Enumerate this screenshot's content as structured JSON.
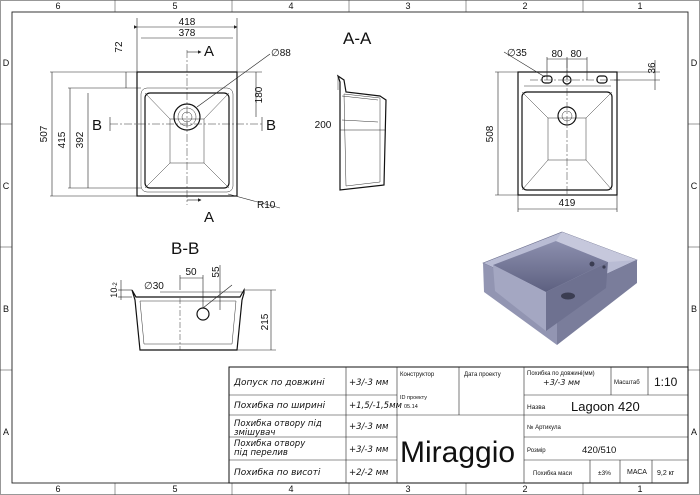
{
  "frame": {
    "cols_top": [
      "6",
      "5",
      "4",
      "3",
      "2",
      "1"
    ],
    "cols_bottom": [
      "6",
      "5",
      "4",
      "3",
      "2",
      "1"
    ],
    "rows_left": [
      "D",
      "C",
      "B",
      "A"
    ],
    "rows_right": [
      "D",
      "C",
      "B",
      "A"
    ]
  },
  "views": {
    "top": {
      "w_outer": "418",
      "w_inner": "378",
      "h_outer": "507",
      "h_inner": "415",
      "h_bowl": "392",
      "d_top": "72",
      "hole": "∅88",
      "d_hole": "180",
      "radius": "R10",
      "sec_a": "A",
      "sec_b": "B"
    },
    "section_aa": {
      "title": "A-A",
      "depth": "200"
    },
    "right": {
      "hole": "∅35",
      "gap1": "80",
      "gap2": "80",
      "edge": "36",
      "height": "508",
      "width": "419"
    },
    "section_bb": {
      "title": "B-B",
      "hole": "∅30",
      "w1": "50",
      "w2": "55",
      "thick": "10",
      "thick_sub": "-2",
      "depth": "215"
    }
  },
  "title_block": {
    "rows": [
      {
        "label": "Допуск по довжині",
        "value": "+3/-3 мм"
      },
      {
        "label": "Похибка по ширині",
        "value": "+1,5/-1,5мм"
      },
      {
        "label": "Похибка отвору під змішувач",
        "value": "+3/-3 мм"
      },
      {
        "label": "Похибка отвору під перелив",
        "value": "+3/-3 мм"
      },
      {
        "label": "Похибка по висоті",
        "value": "+2/-2 мм"
      }
    ],
    "constructor_label": "Конструктор",
    "project_date_label": "Дата проекту",
    "project_id_label": "ID проекту",
    "project_id_value": "05.14",
    "length_err_label": "Похибка по довжині(мм)",
    "length_err_value": "+3/-3 мм",
    "scale_label": "Масштаб",
    "scale_value": "1:10",
    "name_label": "Назва",
    "name_value": "Lagoon 420",
    "article_label": "№ Артикула",
    "size_label": "Розмір",
    "size_value": "420/510",
    "brand": "Miraggio",
    "mass_err_label": "Похибка маси",
    "mass_err_value": "±3%",
    "mass_label": "МАСА",
    "mass_value": "9,2 кг"
  }
}
